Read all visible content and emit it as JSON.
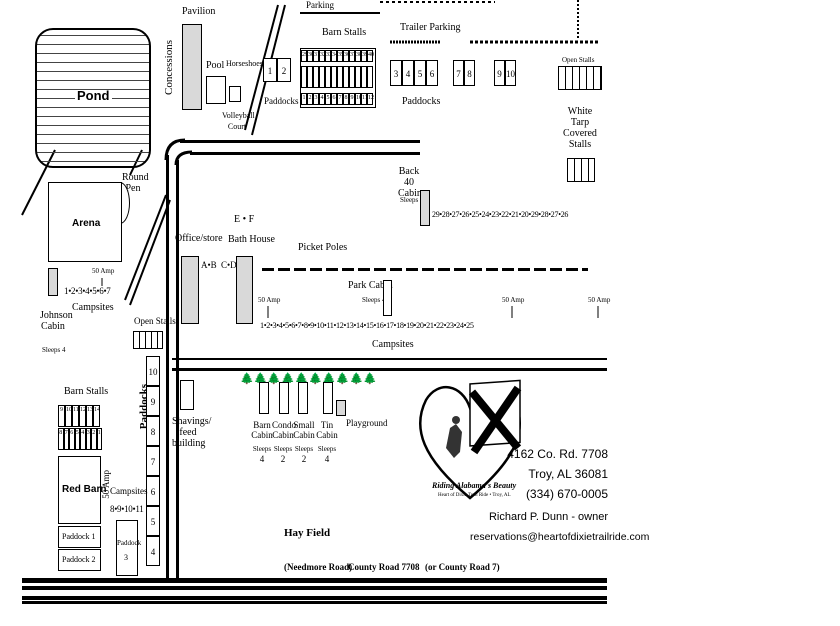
{
  "map": {
    "pond": "Pond",
    "pavilion": "Pavilion",
    "concessions": "Concessions",
    "pool": "Pool",
    "horseshoes": "Horseshoes",
    "volleyball": "Volleyball Court",
    "parking": "Parking",
    "barn_stalls_top": "Barn Stalls",
    "barn_stalls_top_row": [
      "29",
      "30",
      "31",
      "32",
      "33",
      "34",
      "35",
      "36",
      "37",
      "38",
      "39",
      "40"
    ],
    "barn_stalls_mid_row": [
      "",
      "",
      "",
      "",
      "",
      "",
      "",
      "",
      "",
      "",
      "",
      ""
    ],
    "barn_stalls_bottom_row": [
      "1",
      "2",
      "3",
      "4",
      "5",
      "6",
      "7",
      "8",
      "9",
      "10",
      "11",
      "12"
    ],
    "paddocks_top_left": [
      "1",
      "2"
    ],
    "paddocks_label": "Paddocks",
    "trailer_parking": "Trailer Parking",
    "trailer_paddocks": [
      "3",
      "4",
      "5",
      "6"
    ],
    "trailer_paddocks_b": [
      "7",
      "8"
    ],
    "trailer_paddocks_c": [
      "9",
      "10"
    ],
    "trailer_paddocks_label": "Paddocks",
    "open_stalls_right": "Open Stalls",
    "white_tarp": "White Tarp Covered Stalls",
    "round_pen": "Round Pen",
    "arena": "Arena",
    "johnson_cabin": "Johnson Cabin",
    "johnson_sleeps": "Sleeps 4",
    "amp_50": "50 Amp",
    "left_sites": "1•2•3•4•5•6•7",
    "campsites": "Campsites",
    "office_store": "Office/store",
    "ab": "A•B",
    "ef": "E • F",
    "bath_house": "Bath House",
    "cd": "C•D",
    "back40_cabin": "Back 40 Cabin",
    "back40_sleeps": "Sleeps 4",
    "back_sites": "29•28•27•26•25•24•23•22•21•20•29•28•27•26",
    "picket_poles": "Picket Poles",
    "park_cabin": "Park Cabin",
    "park_sleeps": "Sleeps 4",
    "main_sites": "1•2•3•4•5•6•7•8•9•10•11•12•13•14•15•16•17•18•19•20•21•22•23•24•25",
    "campsites_main": "Campsites",
    "open_stalls_left": "Open Stalls",
    "paddocks_vertical": "Paddocks",
    "paddock_column": [
      "10",
      "9",
      "8",
      "7",
      "6",
      "5",
      "4"
    ],
    "barn_stalls_left": "Barn Stalls",
    "barn_left_top": [
      "9",
      "10",
      "11",
      "12",
      "13",
      "14"
    ],
    "barn_left_bottom": [
      "8",
      "7",
      "6",
      "5",
      "4",
      "3",
      "2",
      "1"
    ],
    "red_barn": "Red Barn",
    "paddock1": "Paddock 1",
    "paddock2": "Paddock 2",
    "amp_vertical": "50 Amp",
    "left_campsites": "Campsites",
    "left_campsite_nums": "8•9•10•11",
    "paddock3_label": "Paddock",
    "paddock3_num": "3",
    "shavings": "Shavings/ feed building",
    "cabins": [
      {
        "name": "Barn Cabin",
        "sleeps": "Sleeps",
        "num": "4"
      },
      {
        "name": "Condo Cabin",
        "sleeps": "Sleeps",
        "num": "2"
      },
      {
        "name": "Small Cabin",
        "sleeps": "Sleeps",
        "num": "2"
      },
      {
        "name": "Tin Cabin",
        "sleeps": "Sleeps",
        "num": "4"
      }
    ],
    "playground": "Playground",
    "hay_field": "Hay Field",
    "road_label_1": "(Needmore Road)",
    "road_label_2": "County Road 7708",
    "road_label_3": "(or County Road 7)"
  },
  "contact": {
    "address": "4162 Co. Rd. 7708",
    "city": "Troy, AL 36081",
    "phone": "(334) 670-0005",
    "owner": "Richard P. Dunn - owner",
    "email": "reservations@heartofdixietrailride.com"
  },
  "logo": {
    "text": "Riding Alabama's Beauty",
    "subtext": "Heart of Dixie Trail Ride • Troy, AL"
  }
}
